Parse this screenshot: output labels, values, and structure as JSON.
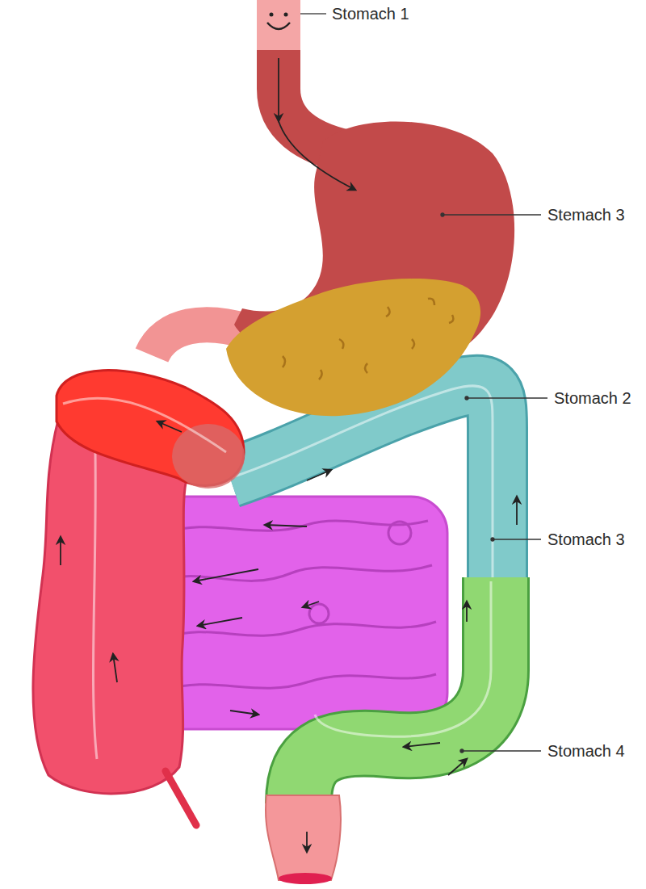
{
  "diagram": {
    "labels": [
      "Stomach 1",
      "Stemach 3",
      "Stomach 2",
      "Stomach 3",
      "Stomach 4"
    ]
  }
}
